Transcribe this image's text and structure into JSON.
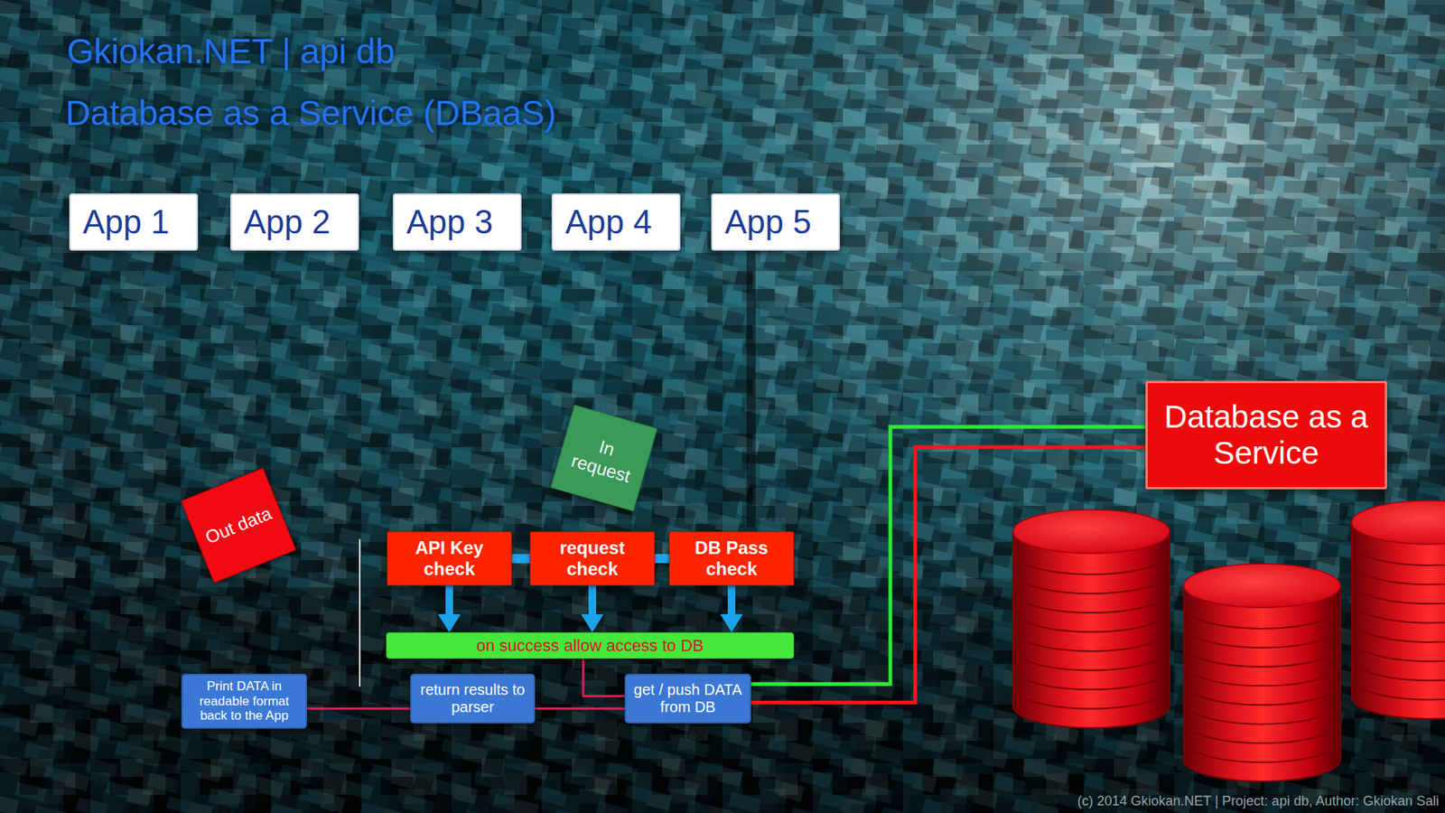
{
  "diagram": {
    "title": "Gkiokan.NET | api db",
    "nodes": [
      {
        "text": [
          "App 1"
        ]
      },
      {
        "text": [
          "App 2"
        ]
      },
      {
        "text": [
          "App 3"
        ]
      },
      {
        "text": [
          "App 4"
        ]
      },
      {
        "text": [
          "App 5"
        ]
      },
      {
        "text": [
          "In request"
        ]
      },
      {
        "text": [
          "Database as a Service"
        ]
      },
      {
        "text": [
          "Out data"
        ]
      },
      {
        "text": [
          "API Key check"
        ]
      },
      {
        "text": [
          "request check"
        ]
      },
      {
        "text": [
          "DB Pass check"
        ]
      },
      {
        "text": [
          "on success allow access to DB"
        ]
      },
      {
        "text": [
          "Print DATA in readable format back to the App"
        ]
      },
      {
        "text": [
          "return results to parser"
        ]
      },
      {
        "text": [
          "get / push DATA from DB"
        ]
      }
    ],
    "edges": [
      {
        "from": 8,
        "to": 9,
        "arrow": "none"
      },
      {
        "from": 9,
        "to": 10,
        "arrow": "none"
      },
      {
        "from": 8,
        "to": 11,
        "arrow": "to"
      },
      {
        "from": 9,
        "to": 11,
        "arrow": "to"
      },
      {
        "from": 10,
        "to": 11,
        "arrow": "to"
      },
      {
        "from": 11,
        "to": 14,
        "arrow": "none"
      },
      {
        "from": 14,
        "to": 6,
        "arrow": "none"
      },
      {
        "from": 14,
        "to": 6,
        "arrow": "none"
      },
      {
        "from": 14,
        "to": 13,
        "arrow": "none"
      },
      {
        "from": 13,
        "to": 12,
        "arrow": "none"
      }
    ],
    "labels": [
      "Database as a Service (DBaaS)",
      "(c) 2014 Gkiokan.NET | Project: api db, Author: Gkiokan Sali"
    ]
  }
}
